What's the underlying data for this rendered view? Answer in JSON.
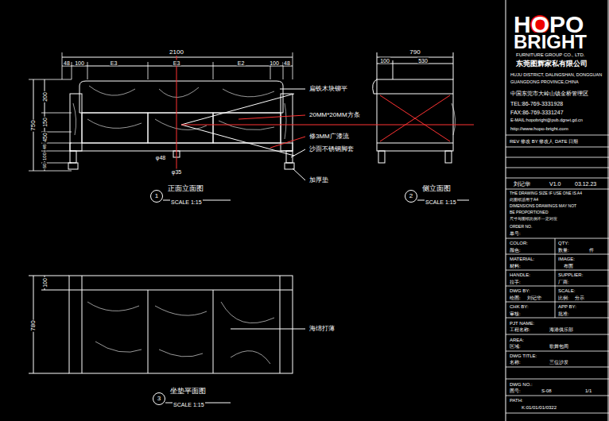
{
  "diagram": {
    "nodes": [
      {
        "text": [
          "1",
          "正面立面图",
          "SCALE 1:15"
        ]
      },
      {
        "text": [
          "2",
          "侧立面图",
          "SCALE 1:15"
        ]
      },
      {
        "text": [
          "3",
          "坐垫平面图",
          "SCALE 1:15"
        ]
      }
    ],
    "labels": [
      "2100",
      "48",
      "100",
      "E3",
      "E3",
      "E2",
      "100",
      "48",
      "750",
      "200",
      "150",
      "450",
      "48",
      "100",
      "60",
      "φ48",
      "φ35",
      "扁铁木块铆平",
      "20MM*20MM方条",
      "修3MM广漆流",
      "沙面不锈钢脚套",
      "加厚垫",
      "790",
      "100",
      "530",
      "100",
      "780",
      "海绵打薄",
      "HOPO",
      "BRIGHT",
      "FURNITURE GROUP CO., LTD.",
      "东莞图辉家私有限公司",
      "HUJU DISTRICT, DALINGSHAN, DONGGUAN",
      "GUANGDONG PROVINCE,CHINA",
      "中国东莞市大岭山镇金桥管理区",
      "TEL:86-769-3331928",
      "FAX:86-769-3331247",
      "E-MAIL:hopobright@pub.dgnet.gd.cn",
      "http://www.hopo-bright.com",
      "REV 修改 BY 修改人 DATE 日期",
      "刘记华",
      "V1.0",
      "03.12.23",
      "THE DRAWING SIZE IF USE ONE IS A4",
      "此图纸适用于A4",
      "DIMENSIONS DRAWINGS MAY NOT",
      "BE PROPORTIONED",
      "尺寸与图纸比例不一定对应",
      "ORDER NO.",
      "单号:",
      "COLOR:",
      "QTY:",
      "颜色:",
      "数量:",
      "件",
      "MATERIAL:",
      "IMAGE:",
      "材料:",
      "布面",
      "HANDLE:",
      "SUPPLIER:",
      "拉手:",
      "厂商:",
      "DWG BY:",
      "SCALE:",
      "绘图:",
      "刘记华",
      "比例:",
      "分示",
      "CHK BY:",
      "APP BY:",
      "审核:",
      "批准:",
      "PJT NAME:",
      "工程名称:",
      "海港俱乐部",
      "AREA:",
      "区域:",
      "歌舞包间",
      "DWG TITLE:",
      "名称:",
      "三位沙发",
      "DWG NO.:",
      "图号:",
      "S-08",
      "1/1",
      "PATH:",
      "K:01/01/01/0322"
    ]
  }
}
